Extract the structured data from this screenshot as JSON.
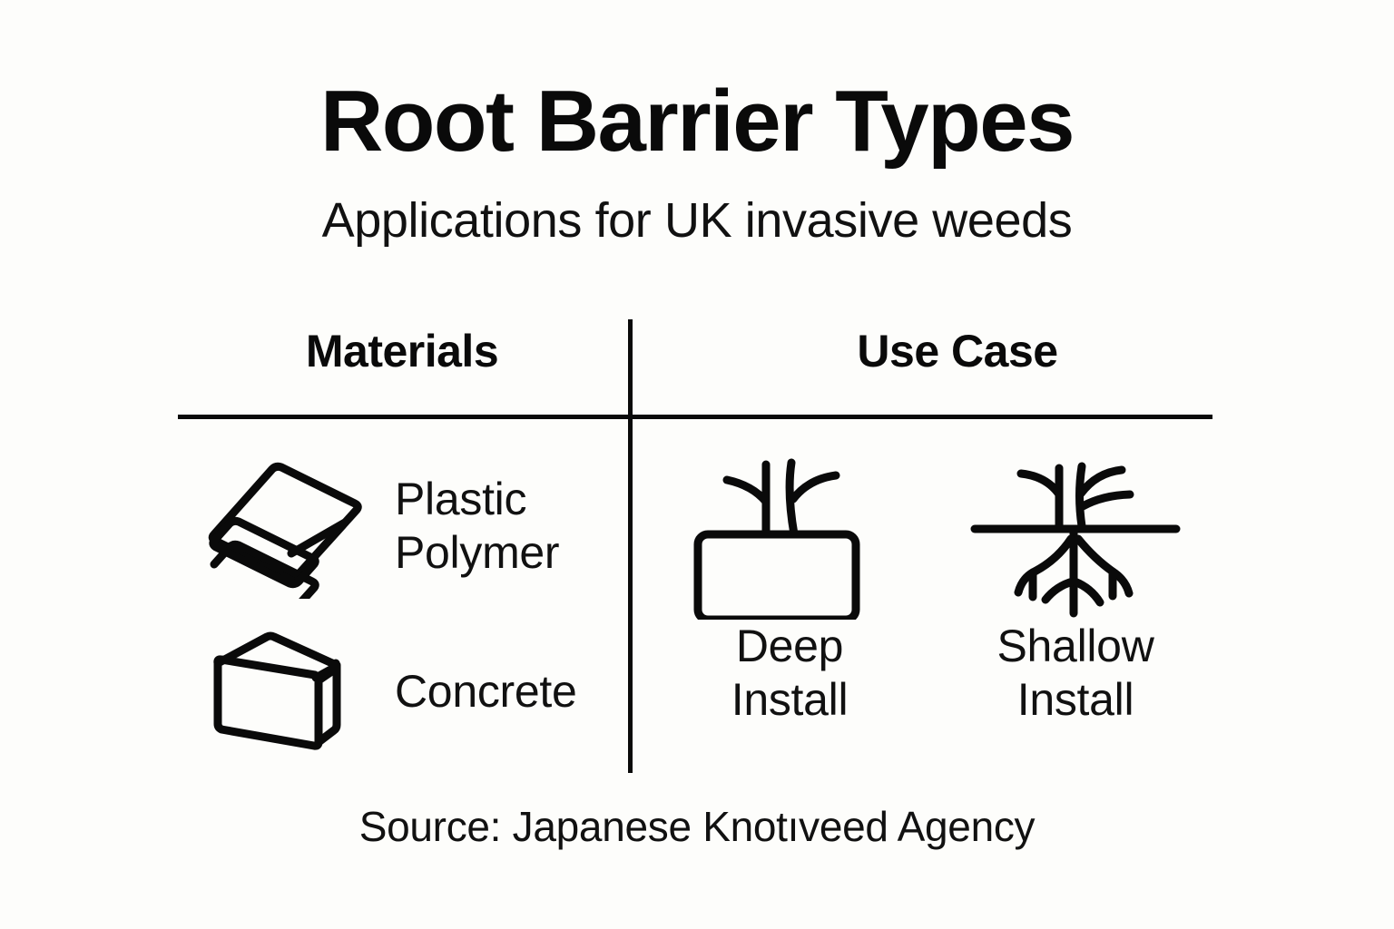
{
  "header": {
    "title": "Root Barrier Types",
    "subtitle": "Applications for UK invasive weeds"
  },
  "columns": {
    "left_header": "Materials",
    "right_header": "Use Case"
  },
  "materials": [
    {
      "icon": "stacked-sheets-icon",
      "label": "Plastic\nPolymer"
    },
    {
      "icon": "concrete-cube-icon",
      "label": "Concrete"
    }
  ],
  "use_cases": [
    {
      "icon": "deep-barrier-icon",
      "label": "Deep\nInstall"
    },
    {
      "icon": "shallow-root-icon",
      "label": "Shallow\nInstall"
    }
  ],
  "footer": {
    "source": "Source: Japanese Knotıveed Agency"
  },
  "colors": {
    "background": "#fdfdfb",
    "ink": "#0a0a0a",
    "text": "#111111"
  }
}
